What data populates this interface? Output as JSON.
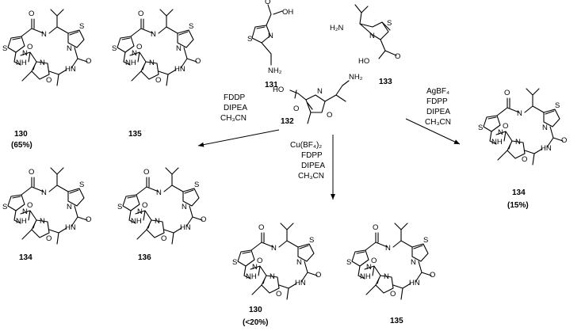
{
  "compounds": {
    "c131": {
      "label": "131"
    },
    "c132": {
      "label": "132"
    },
    "c133": {
      "label": "133"
    },
    "c130_left": {
      "label": "130",
      "yield": "(65%)"
    },
    "c135_left": {
      "label": "135"
    },
    "c134_left": {
      "label": "134"
    },
    "c136": {
      "label": "136"
    },
    "c130_bottom": {
      "label": "130",
      "yield": "(<20%)"
    },
    "c135_bottom": {
      "label": "135"
    },
    "c134_right": {
      "label": "134",
      "yield": "(15%)"
    }
  },
  "atoms": {
    "O": "O",
    "OH": "OH",
    "HO": "HO",
    "NH": "NH",
    "HN": "HN",
    "N": "N",
    "S": "S",
    "NH2": "NH₂",
    "H2N": "H₂N"
  },
  "conditions": {
    "left": [
      "FDDP",
      "DIPEA",
      "CH₃CN"
    ],
    "down": [
      "Cu(BF₄)₂",
      "FDPP",
      "DIPEA",
      "CH₃CN"
    ],
    "right": [
      "AgBF₄",
      "FDPP",
      "DIPEA",
      "CH₃CN"
    ]
  },
  "icons": {
    "reaction_arrow": "reaction-arrow-icon"
  }
}
